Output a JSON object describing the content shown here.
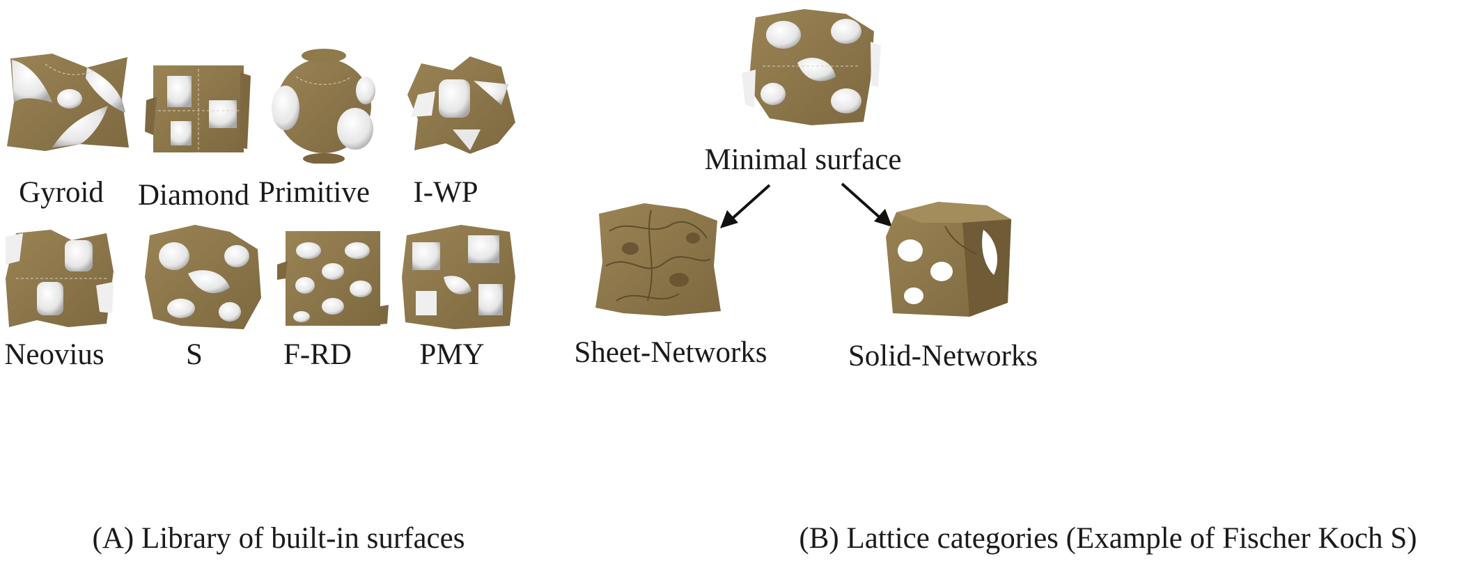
{
  "panel_a": {
    "caption": "(A) Library of built-in surfaces",
    "surfaces": [
      {
        "label": "Gyroid",
        "icon": "gyroid-surface-icon"
      },
      {
        "label": "Diamond",
        "icon": "diamond-surface-icon"
      },
      {
        "label": "Primitive",
        "icon": "primitive-surface-icon"
      },
      {
        "label": "I-WP",
        "icon": "iwp-surface-icon"
      },
      {
        "label": "Neovius",
        "icon": "neovius-surface-icon"
      },
      {
        "label": "S",
        "icon": "s-surface-icon"
      },
      {
        "label": "F-RD",
        "icon": "frd-surface-icon"
      },
      {
        "label": "PMY",
        "icon": "pmy-surface-icon"
      }
    ]
  },
  "panel_b": {
    "caption": "(B) Lattice categories (Example of Fischer Koch S)",
    "root": {
      "label": "Minimal surface"
    },
    "children": [
      {
        "label": "Sheet-Networks"
      },
      {
        "label": "Solid-Networks"
      }
    ]
  },
  "colors": {
    "surface_tan": "#8b7548",
    "surface_white": "#f4f4f4",
    "surface_shade": "#b9b9b9",
    "text": "#1a1a1a",
    "arrow": "#111111"
  }
}
